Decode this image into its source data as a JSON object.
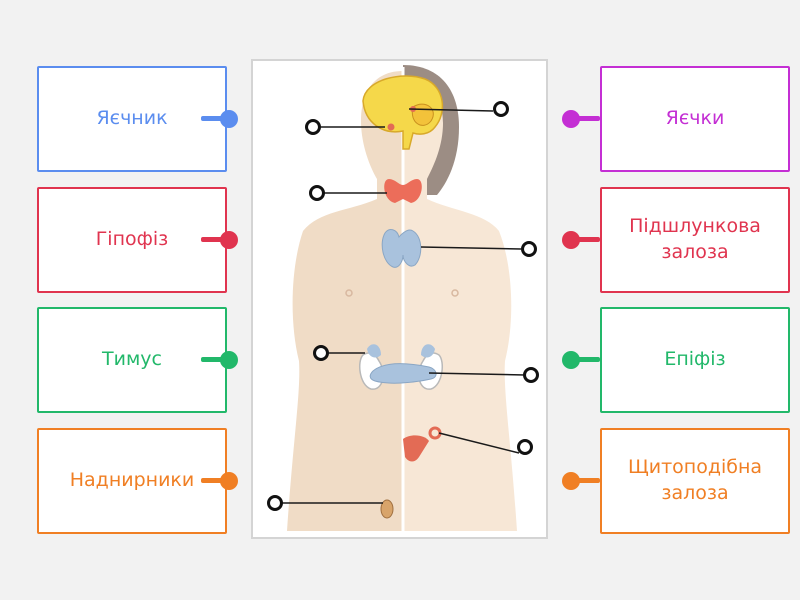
{
  "cards": {
    "left": [
      {
        "label": "Яєчник",
        "color": "#5b8def"
      },
      {
        "label": "Гіпофіз",
        "color": "#e0344f"
      },
      {
        "label": "Тимус",
        "color": "#22b86a"
      },
      {
        "label": "Наднирники",
        "color": "#f07f24"
      }
    ],
    "right": [
      {
        "label": "Яєчки",
        "color": "#c42fd4"
      },
      {
        "label": "Підшлункова\nзалоза",
        "color": "#e0344f"
      },
      {
        "label": "Епіфіз",
        "color": "#22b86a"
      },
      {
        "label": "Щитоподібна\nзалоза",
        "color": "#f07f24"
      }
    ]
  },
  "diagram": {
    "skin_colors": {
      "left_half": "#f0dcc6",
      "right_half": "#f7e7d6"
    },
    "organ_colors": {
      "brain": "#f5d84a",
      "thyroid": "#ec6d5a",
      "gland": "#a9c2dd",
      "ovary": "#e36b55"
    }
  }
}
